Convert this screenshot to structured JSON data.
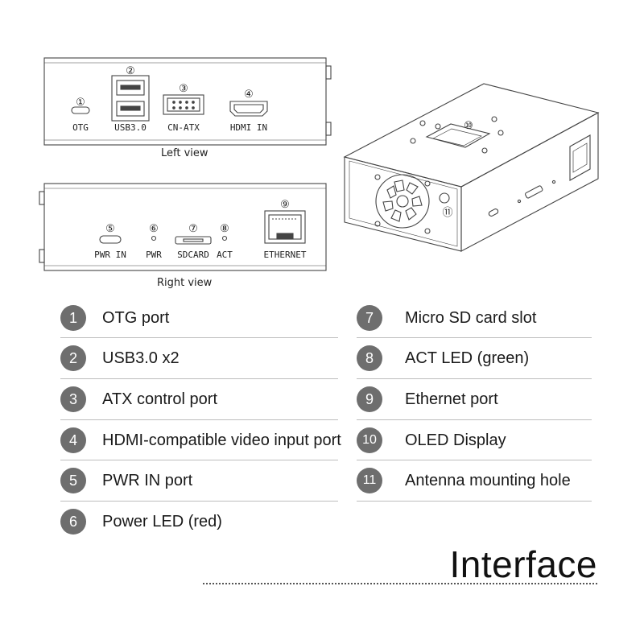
{
  "left_view": {
    "caption": "Left view",
    "ports": [
      {
        "num": "①",
        "label": "OTG"
      },
      {
        "num": "②",
        "label": "USB3.0"
      },
      {
        "num": "③",
        "label": "CN-ATX"
      },
      {
        "num": "④",
        "label": "HDMI IN"
      }
    ]
  },
  "right_view": {
    "caption": "Right view",
    "ports": [
      {
        "num": "⑤",
        "label": "PWR IN"
      },
      {
        "num": "⑥",
        "label": "PWR"
      },
      {
        "num": "⑦",
        "label": "SDCARD"
      },
      {
        "num": "⑧",
        "label": "ACT"
      },
      {
        "num": "⑨",
        "label": "ETHERNET"
      }
    ]
  },
  "iso_view": {
    "callouts": [
      "⑩",
      "⑪"
    ]
  },
  "legend": [
    {
      "num": "1",
      "text": "OTG port"
    },
    {
      "num": "2",
      "text": "USB3.0 x2"
    },
    {
      "num": "3",
      "text": "ATX control port"
    },
    {
      "num": "4",
      "text": "HDMI-compatible video input port"
    },
    {
      "num": "5",
      "text": "PWR IN port"
    },
    {
      "num": "6",
      "text": "Power LED (red)"
    },
    {
      "num": "7",
      "text": "Micro SD card slot"
    },
    {
      "num": "8",
      "text": "ACT LED (green)"
    },
    {
      "num": "9",
      "text": "Ethernet port"
    },
    {
      "num": "10",
      "text": "OLED Display"
    },
    {
      "num": "11",
      "text": "Antenna mounting hole"
    }
  ],
  "title": "Interface",
  "colors": {
    "badge": "#6e6e6e",
    "line": "#444444"
  }
}
